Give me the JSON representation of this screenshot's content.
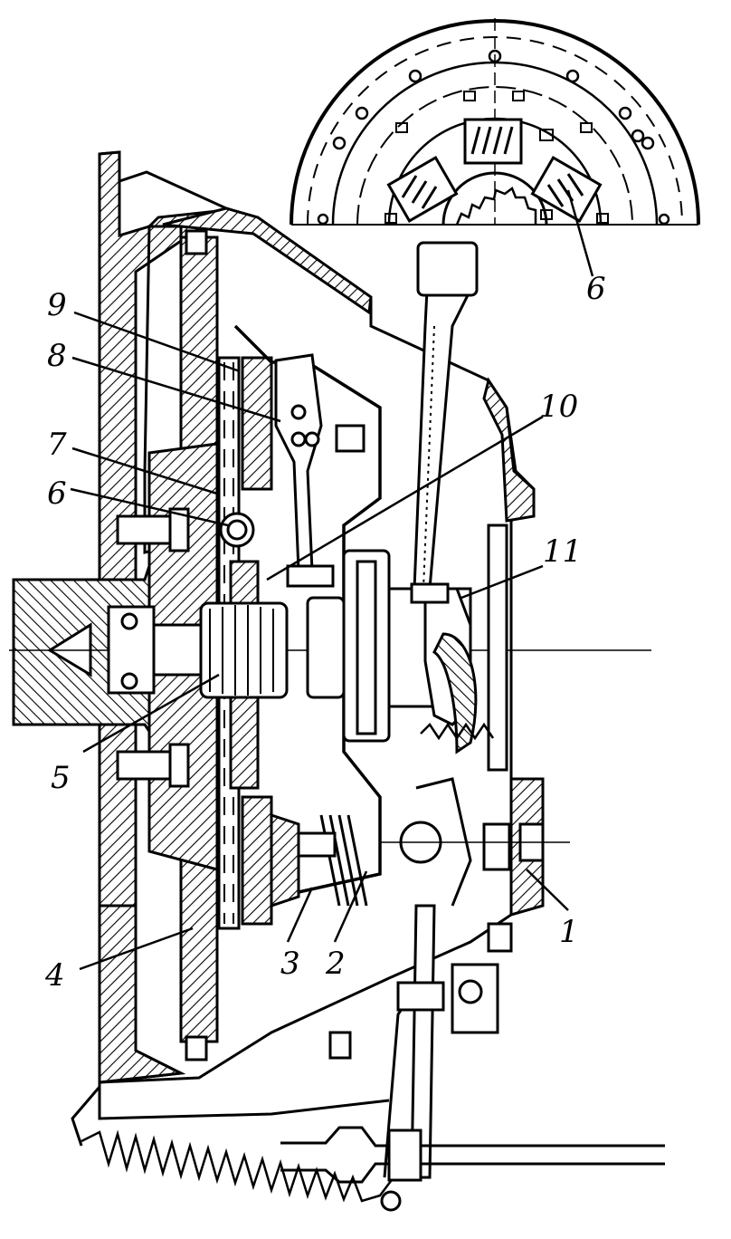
{
  "diagram": {
    "ink_color": "#000000",
    "paper_color": "#ffffff",
    "callouts": [
      {
        "id": "c1",
        "label": "1"
      },
      {
        "id": "c2",
        "label": "2"
      },
      {
        "id": "c3",
        "label": "3"
      },
      {
        "id": "c4",
        "label": "4"
      },
      {
        "id": "c5",
        "label": "5"
      },
      {
        "id": "c6a",
        "label": "6"
      },
      {
        "id": "c6b",
        "label": "6"
      },
      {
        "id": "c7",
        "label": "7"
      },
      {
        "id": "c8",
        "label": "8"
      },
      {
        "id": "c9",
        "label": "9"
      },
      {
        "id": "c10",
        "label": "10"
      },
      {
        "id": "c11",
        "label": "11"
      }
    ]
  }
}
